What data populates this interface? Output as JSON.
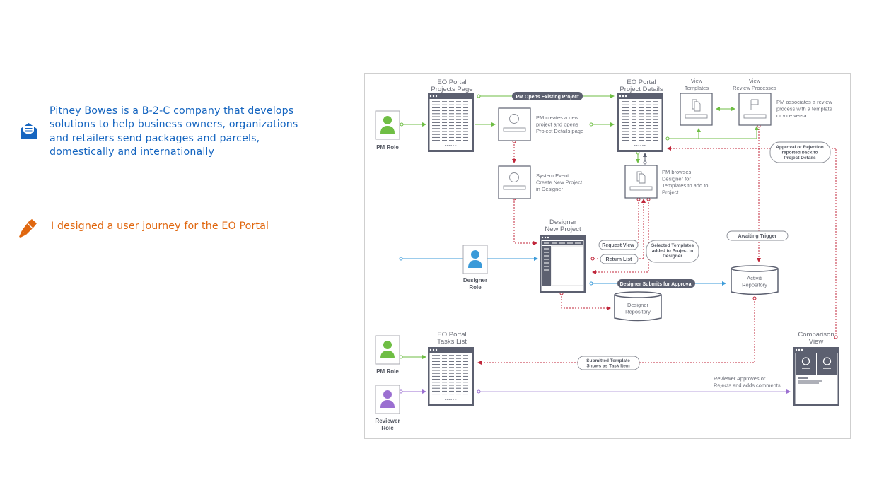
{
  "intro": {
    "icon": "open-envelope-icon",
    "lines": [
      "Pitney Bowes is a B-2-C company that develops",
      "solutions to help business owners, organizations",
      "and retailers send packages and parcels,",
      "domestically and internationally"
    ],
    "color": "#1565c0"
  },
  "role": {
    "icon": "pen-icon",
    "text": "I designed a user journey for the EO Portal",
    "color": "#e0670f"
  },
  "diagram": {
    "colors": {
      "green": "#6fbe44",
      "blue": "#3a9ad9",
      "purple": "#9b6fd1",
      "red": "#c0263a",
      "window": "#5c6070",
      "pill": "#5c6070"
    },
    "roles": {
      "pm_top": "PM Role",
      "designer": [
        "Designer",
        "Role"
      ],
      "pm_bottom": "PM Role",
      "reviewer": [
        "Reviewer",
        "Role"
      ]
    },
    "screens": {
      "projects_page": [
        "EO Portal",
        "Projects Page"
      ],
      "project_details": [
        "EO Portal",
        "Project Details"
      ],
      "view_templates": [
        "View",
        "Templates"
      ],
      "view_review": [
        "View",
        "Review Processes"
      ],
      "designer_new_project": [
        "Designer",
        "New Project"
      ],
      "tasks_list": [
        "EO Portal",
        "Tasks List"
      ],
      "comparison_view": [
        "Comparison",
        "View"
      ]
    },
    "notes": {
      "pm_creates": [
        "PM creates a new",
        "project and opens",
        "Project Details page"
      ],
      "pm_associates": [
        "PM associates a review",
        "process with a template",
        "or vice versa"
      ],
      "system_event": [
        "System Event",
        "Create New Project",
        "in Designer"
      ],
      "pm_browses": [
        "PM browses",
        "Designer for",
        "Templates to add to",
        "Project"
      ],
      "reviewer_approves": [
        "Reviewer Approves or",
        "Rejects and adds comments"
      ]
    },
    "pills": {
      "opens_existing": "PM Opens Existing Project",
      "designer_submits": "Designer Submits for Approval"
    },
    "bubbles": {
      "approval": [
        "Approval or Rejection",
        "reported back to",
        "Project Details"
      ],
      "awaiting": "Awaiting Trigger",
      "request_view": "Request View",
      "return_list": "Return List",
      "selected_templates": [
        "Selected Templates",
        "added to Project in",
        "Designer"
      ],
      "submitted_template": [
        "Submitted Template",
        "Shows as Task Item"
      ]
    },
    "repositories": {
      "designer": [
        "Designer",
        "Repository"
      ],
      "activiti": [
        "Activiti",
        "Repository"
      ]
    }
  }
}
